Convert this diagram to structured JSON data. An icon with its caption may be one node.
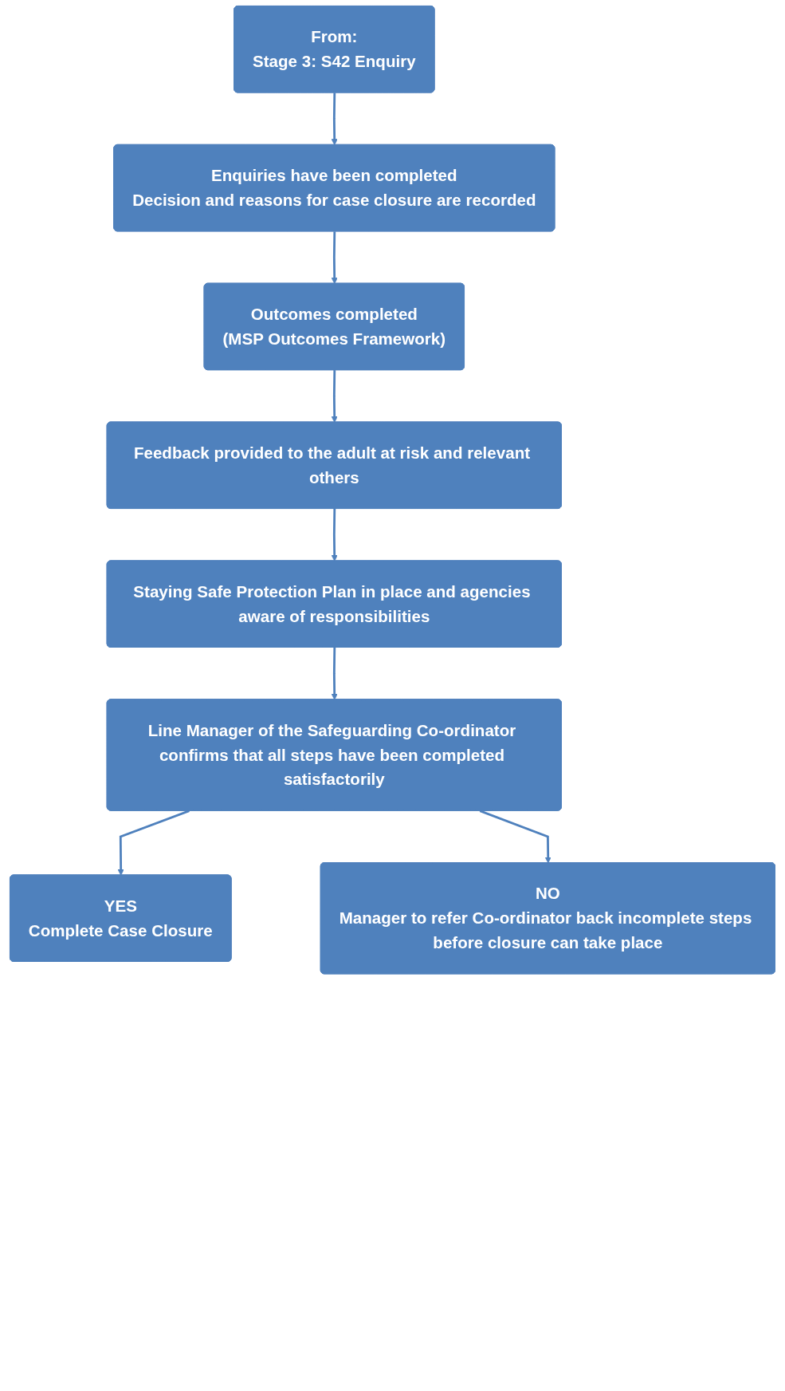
{
  "diagram": {
    "nodes": [
      {
        "text": [
          "From:",
          "Stage 3: S42 Enquiry"
        ]
      },
      {
        "text": [
          "Enquiries have been completed",
          "Decision and reasons for case closure are recorded"
        ]
      },
      {
        "text": [
          "Outcomes completed",
          "(MSP Outcomes Framework)"
        ]
      },
      {
        "text": [
          "Feedback provided to the adult at risk and relevant others"
        ]
      },
      {
        "text": [
          "Staying Safe Protection Plan in place and agencies aware of responsibilities"
        ]
      },
      {
        "text": [
          "Line Manager of the Safeguarding Co-ordinator confirms that all steps have been completed satisfactorily"
        ]
      },
      {
        "text": [
          "YES",
          "Complete Case Closure"
        ]
      },
      {
        "text": [
          "NO",
          "Manager to refer Co-ordinator back incomplete steps before closure can take place"
        ]
      }
    ],
    "edges": [
      {
        "from": 0,
        "to": 1,
        "arrow": "to"
      },
      {
        "from": 1,
        "to": 2,
        "arrow": "to"
      },
      {
        "from": 2,
        "to": 3,
        "arrow": "to"
      },
      {
        "from": 3,
        "to": 4,
        "arrow": "to"
      },
      {
        "from": 4,
        "to": 5,
        "arrow": "to"
      },
      {
        "from": 5,
        "to": 6,
        "arrow": "to"
      },
      {
        "from": 5,
        "to": 7,
        "arrow": "to"
      }
    ]
  }
}
